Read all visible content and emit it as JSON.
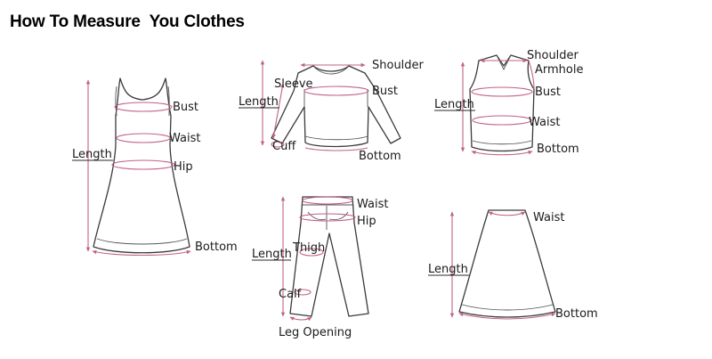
{
  "title": "How To Measure  You Clothes",
  "colors": {
    "measure_line": "#c2608a",
    "outline": "#3a3a3a",
    "text": "#1a1a1a"
  },
  "dress": {
    "bust": "Bust",
    "waist": "Waist",
    "hip": "Hip",
    "length": "Length",
    "bottom": "Bottom"
  },
  "shirt": {
    "shoulder": "Shoulder",
    "sleeve": "Sleeve",
    "bust": "Bust",
    "length": "Length",
    "cuff": "Cuff",
    "bottom": "Bottom"
  },
  "vest": {
    "shoulder": "Shoulder",
    "armhole": "Armhole",
    "bust": "Bust",
    "length": "Length",
    "waist": "Waist",
    "bottom": "Bottom"
  },
  "pants": {
    "waist": "Waist",
    "hip": "Hip",
    "length": "Length",
    "thigh": "Thigh",
    "calf": "Calf",
    "leg_opening": "Leg Opening"
  },
  "skirt": {
    "waist": "Waist",
    "length": "Length",
    "bottom": "Bottom"
  }
}
